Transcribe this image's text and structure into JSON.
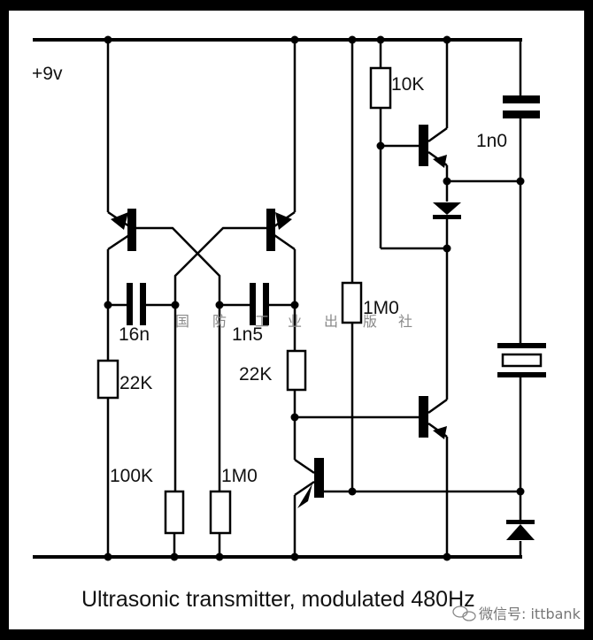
{
  "diagram": {
    "type": "circuit-schematic",
    "caption": "Ultrasonic transmitter, modulated 480Hz",
    "supply_label": "+9v",
    "components": {
      "c1": {
        "kind": "capacitor",
        "label": "16n"
      },
      "c2": {
        "kind": "capacitor",
        "label": "1n5"
      },
      "c3": {
        "kind": "capacitor",
        "label": "1n0"
      },
      "r1": {
        "kind": "resistor",
        "label": "22K"
      },
      "r2": {
        "kind": "resistor",
        "label": "22K"
      },
      "r3": {
        "kind": "resistor",
        "label": "100K"
      },
      "r4": {
        "kind": "resistor",
        "label": "1M0"
      },
      "r5": {
        "kind": "resistor",
        "label": "1M0"
      },
      "r6": {
        "kind": "resistor",
        "label": "10K"
      },
      "q1": {
        "kind": "pnp-transistor"
      },
      "q2": {
        "kind": "pnp-transistor"
      },
      "q3": {
        "kind": "npn-transistor"
      },
      "q4": {
        "kind": "npn-transistor"
      },
      "q5": {
        "kind": "pnp-transistor"
      },
      "d1": {
        "kind": "diode"
      },
      "d2": {
        "kind": "diode"
      },
      "x1": {
        "kind": "ultrasonic-transducer"
      }
    }
  },
  "watermarks": {
    "publisher": [
      "国",
      "防",
      "工",
      "业",
      "出",
      "版",
      "社"
    ],
    "wechat": "微信号: ittbank"
  }
}
